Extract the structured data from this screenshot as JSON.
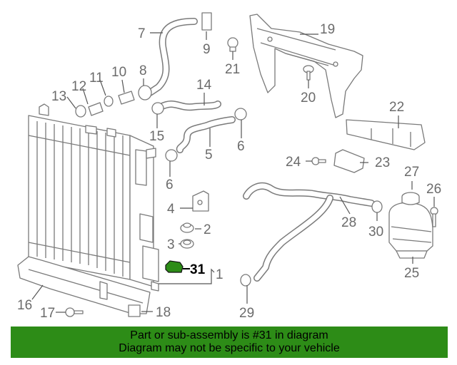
{
  "callouts": [
    {
      "n": "1"
    },
    {
      "n": "2"
    },
    {
      "n": "3"
    },
    {
      "n": "4"
    },
    {
      "n": "5"
    },
    {
      "n": "6"
    },
    {
      "n": "6"
    },
    {
      "n": "7"
    },
    {
      "n": "8"
    },
    {
      "n": "9"
    },
    {
      "n": "10"
    },
    {
      "n": "11"
    },
    {
      "n": "12"
    },
    {
      "n": "13"
    },
    {
      "n": "14"
    },
    {
      "n": "15"
    },
    {
      "n": "16"
    },
    {
      "n": "17"
    },
    {
      "n": "18"
    },
    {
      "n": "19"
    },
    {
      "n": "20"
    },
    {
      "n": "21"
    },
    {
      "n": "22"
    },
    {
      "n": "23"
    },
    {
      "n": "24"
    },
    {
      "n": "25"
    },
    {
      "n": "26"
    },
    {
      "n": "27"
    },
    {
      "n": "28"
    },
    {
      "n": "29"
    },
    {
      "n": "30"
    },
    {
      "n": "31"
    }
  ],
  "highlight_part": "31",
  "highlight_color": "#2d8c17",
  "banner": {
    "line1": "Part or sub-assembly is #31 in diagram",
    "line2": "Diagram may not be specific to your vehicle",
    "background": "#2d8c17"
  }
}
